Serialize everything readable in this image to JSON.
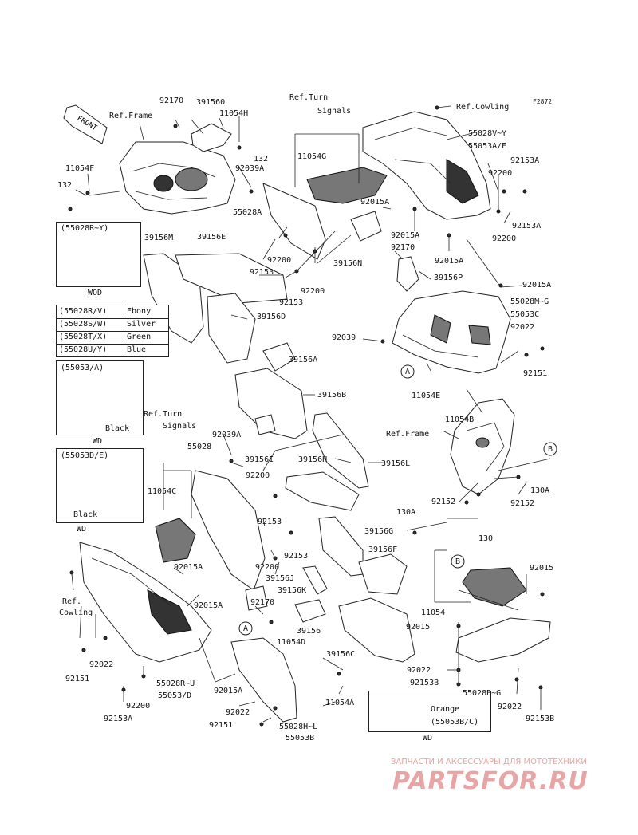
{
  "diagram_code": "F2872",
  "front_mark": "FRONT",
  "labels": {
    "l92170a": "92170",
    "l39156o": "391560",
    "l11054h": "11054H",
    "refframe1": "Ref.Frame",
    "l132a": "132",
    "l92039a_a": "92039A",
    "l11054f": "11054F",
    "l132b": "132",
    "refturn1a": "Ref.Turn",
    "refturn1b": "Signals",
    "l11054g": "11054G",
    "refcowl1": "Ref.Cowling",
    "l55028vy": "55028V~Y",
    "l55053ae": "55053A/E",
    "l92153a_1": "92153A",
    "l92200_1": "92200",
    "l92153a_2": "92153A",
    "l92200_2": "92200",
    "l55028a": "55028A",
    "l92015a_1": "92015A",
    "l92015a_2": "92015A",
    "l92170b": "92170",
    "l92015a_3": "92015A",
    "l92200_3": "92200",
    "l92153_1": "92153",
    "l39156n": "39156N",
    "l92200_4": "92200",
    "l92153_2": "92153",
    "l39156p": "39156P",
    "l92015a_4": "92015A",
    "l39156m": "39156M",
    "l39156e": "39156E",
    "l55028mg": "55028M~G",
    "l55053c": "55053C",
    "l92022_1": "92022",
    "l39156d": "39156D",
    "l92039": "92039",
    "l39156a": "39156A",
    "l92151_1": "92151",
    "l11054e": "11054E",
    "l39156b": "39156B",
    "l11054b": "11054B",
    "refturn2a": "Ref.Turn",
    "refturn2b": "Signals",
    "l92039a_b": "92039A",
    "refframe2": "Ref.Frame",
    "l55028": "55028",
    "l39156i": "39156I",
    "l39156h": "39156H",
    "l39156l": "39156L",
    "l92200_5": "92200",
    "l11054c": "11054C",
    "l130a_1": "130A",
    "l130a_2": "130A",
    "l92152_1": "92152",
    "l92152_2": "92152",
    "l92153_3": "92153",
    "l39156g": "39156G",
    "l130": "130",
    "l92153_4": "92153",
    "l39156f": "39156F",
    "l92200_6": "92200",
    "l92015a_5": "92015A",
    "l39156j": "39156J",
    "l39156k": "39156K",
    "l92015": "92015",
    "l92015a_6": "92015A",
    "l92170c": "92170",
    "refcowl2a": "Ref.",
    "refcowl2b": "Cowling",
    "l39156": "39156",
    "l11054d": "11054D",
    "l11054": "11054",
    "l92015b": "92015",
    "l39156c": "39156C",
    "l92022_2": "92022",
    "l92153b_1": "92153B",
    "l92151_2": "92151",
    "l55028ru": "55028R~U",
    "l55053d": "55053/D",
    "l92015a_7": "92015A",
    "l11054a": "11054A",
    "l55028bg": "55028B~G",
    "l92200_7": "92200",
    "l92022_3": "92022",
    "l92153b_2": "92153B",
    "l92153a_3": "92153A",
    "l92151_3": "92151",
    "l92022_4": "92022",
    "l55028hl": "55028H~L",
    "l55053b": "55053B",
    "circle_a1": "A",
    "circle_a2": "A",
    "circle_b1": "B",
    "circle_b2": "B"
  },
  "inset_boxes": {
    "box1": {
      "title": "(55028R~Y)",
      "footer": "WOD"
    },
    "colors": [
      {
        "code": "(55028R/V)",
        "color": "Ebony"
      },
      {
        "code": "(55028S/W)",
        "color": "Silver"
      },
      {
        "code": "(55028T/X)",
        "color": "Green"
      },
      {
        "code": "(55028U/Y)",
        "color": "Blue"
      }
    ],
    "box2": {
      "title": "(55053/A)",
      "note": "Black",
      "footer": "WD"
    },
    "box3": {
      "title": "(55053D/E)",
      "note": "Black",
      "footer": "WD"
    },
    "box4": {
      "note": "Orange",
      "title": "(55053B/C)",
      "footer": "WD"
    }
  },
  "watermark": {
    "line1": "ЗАПЧАСТИ И АКСЕССУАРЫ ДЛЯ МОТОТЕХНИКИ",
    "line2": "PARTSFOR.RU",
    "color": "#e8a5a5"
  }
}
